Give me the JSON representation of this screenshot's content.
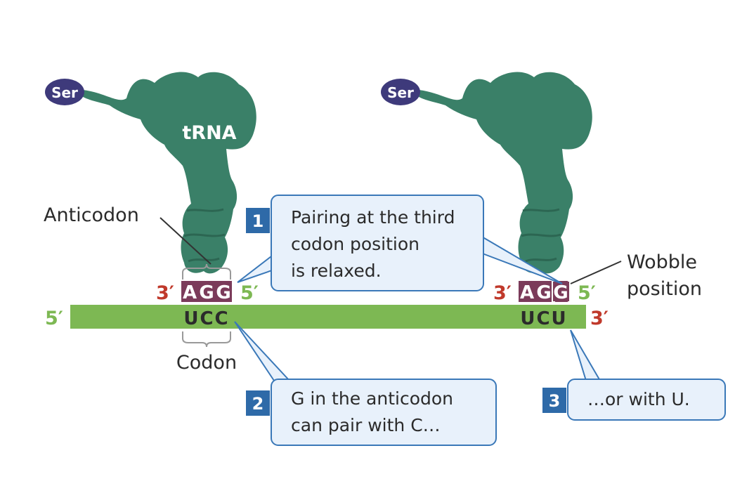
{
  "colors": {
    "trna": "#3a8068",
    "mrna": "#7db853",
    "amino_acid": "#3e3a7b",
    "anticodon_box": "#7b3b5a",
    "three_prime": "#c0392b",
    "five_prime": "#7db853",
    "callout_fill": "#e8f1fb",
    "callout_stroke": "#3a78b8",
    "step_box": "#2e6aa8"
  },
  "left": {
    "amino_acid": "Ser",
    "trna_label": "tRNA",
    "anticodon_label": "Anticodon",
    "anticodon_3": "3′",
    "anticodon_bases": [
      "A",
      "G",
      "G"
    ],
    "anticodon_5": "5′",
    "codon": "UCC",
    "codon_label": "Codon"
  },
  "right": {
    "amino_acid": "Ser",
    "anticodon_3": "3′",
    "anticodon_bases": [
      "A",
      "G",
      "G"
    ],
    "anticodon_5": "5′",
    "codon": "UCU",
    "wobble_label_line1": "Wobble",
    "wobble_label_line2": "position"
  },
  "mrna": {
    "five_prime": "5′",
    "three_prime": "3′"
  },
  "steps": [
    {
      "number": "1",
      "lines": [
        "Pairing at the third",
        "codon position",
        "is relaxed."
      ]
    },
    {
      "number": "2",
      "lines": [
        "G in the anticodon",
        "can pair with C…"
      ]
    },
    {
      "number": "3",
      "lines": [
        "…or with U."
      ]
    }
  ]
}
